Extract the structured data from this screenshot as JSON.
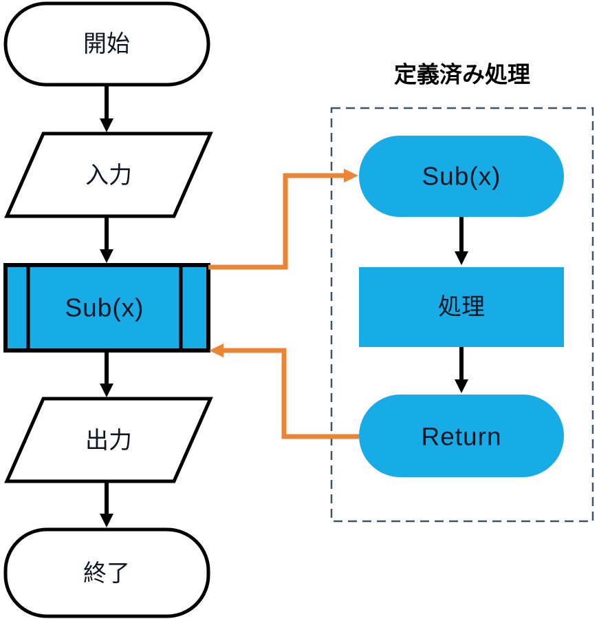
{
  "diagram": {
    "type": "flowchart",
    "language": "ja",
    "colors": {
      "node_fill_blue": "#18ACE6",
      "connector_orange": "#EC8436",
      "dashed_border": "#3E5266",
      "outline_black": "#000000",
      "background": "#FFFFFF"
    },
    "main_flow": {
      "start": "開始",
      "input": "入力",
      "call": "Sub(x)",
      "output": "出力",
      "end": "終了"
    },
    "subroutine": {
      "title": "定義済み処理",
      "entry": "Sub(x)",
      "process": "処理",
      "return": "Return"
    },
    "icons": {
      "black_arrow": "down-arrow-icon",
      "orange_call_arrow": "right-arrow-icon",
      "orange_return_arrow": "left-arrow-icon"
    }
  }
}
